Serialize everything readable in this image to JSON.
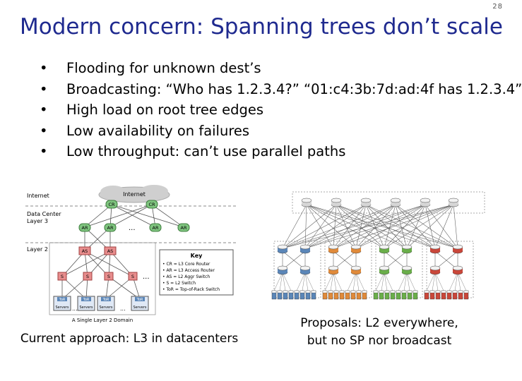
{
  "slide": {
    "number": "28",
    "title": "Modern concern: Spanning trees don’t scale",
    "bullets": [
      "Flooding for unknown dest’s",
      "Broadcasting:   “Who has 1.2.3.4?”  “01:c4:3b:7d:ad:4f has 1.2.3.4”",
      "High load on root tree edges",
      "Low availability on failures",
      "Low throughput:  can’t use parallel paths"
    ],
    "captions": {
      "left": "Current approach:  L3 in datacenters",
      "right_line1": "Proposals:  L2 everywhere,",
      "right_line2": "but no SP nor broadcast"
    }
  },
  "left_diagram": {
    "labels": {
      "internet_left": "Internet",
      "internet_cloud": "Internet",
      "dc_line1": "Data Center",
      "dc_line2": "Layer 3",
      "layer2": "Layer 2",
      "domain": "A Single Layer 2 Domain",
      "ellipsis": "..."
    },
    "nodes": {
      "cr": "CR",
      "ar": "AR",
      "as": "AS",
      "s": "S",
      "tor": "ToR",
      "servers": "Servers"
    },
    "key": {
      "title": "Key",
      "items": [
        "• CR = L3 Core Router",
        "• AR = L3 Access Router",
        "• AS = L2 Aggr Switch",
        "• S = L2 Switch",
        "• ToR = Top-of-Rack Switch"
      ]
    },
    "colors": {
      "router": "#7fc47f",
      "switch": "#e88d8d",
      "cloud": "#c8c8c8"
    }
  },
  "right_diagram": {
    "colors": {
      "blue": "#5b86b8",
      "orange": "#e08a3a",
      "green": "#6aae4a",
      "red": "#c9473a",
      "gray": "#d6d6d6"
    }
  }
}
